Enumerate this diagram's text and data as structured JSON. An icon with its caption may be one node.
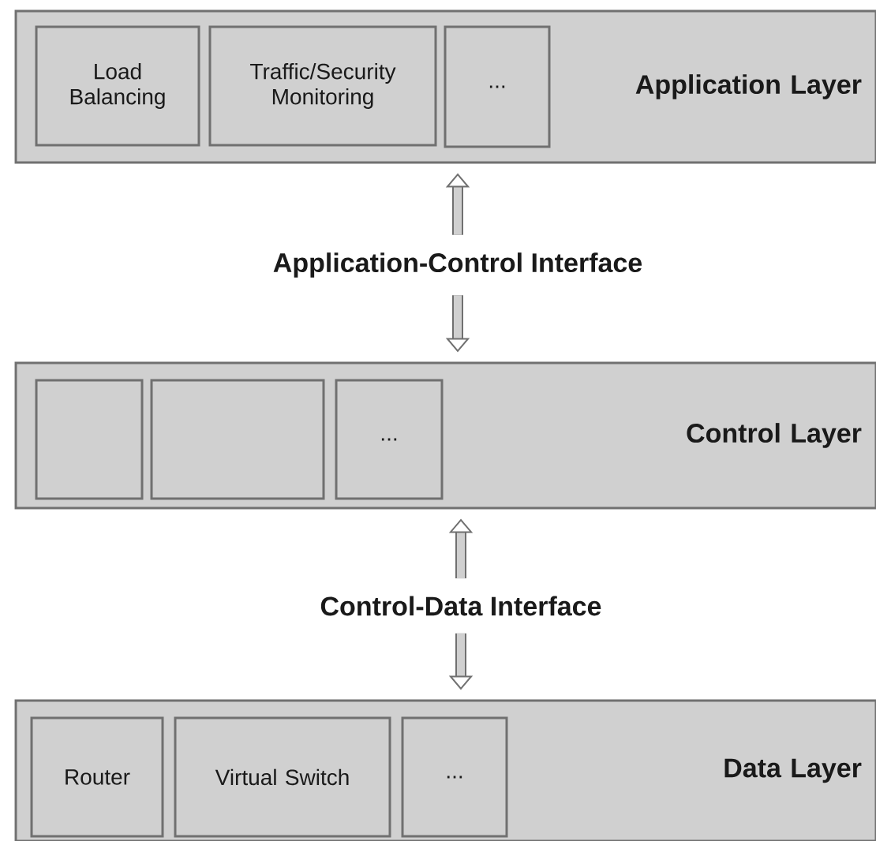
{
  "diagram": {
    "nodes": [
      {
        "text": [
          "Application Layer"
        ]
      },
      {
        "text": [
          "Load Balancing"
        ],
        "in": 0
      },
      {
        "text": [
          "Traffic/Security Monitoring"
        ],
        "in": 0
      },
      {
        "text": [
          "..."
        ],
        "in": 0
      },
      {
        "text": [
          "Application-Control Interface"
        ]
      },
      {
        "text": [
          "Control Layer"
        ]
      },
      {
        "text": [],
        "shape": "box",
        "in": 5
      },
      {
        "text": [],
        "shape": "box",
        "in": 5
      },
      {
        "text": [
          "..."
        ],
        "in": 5
      },
      {
        "text": [
          "Control-Data Interface"
        ]
      },
      {
        "text": [
          "Data Layer"
        ]
      },
      {
        "text": [
          "Router"
        ],
        "in": 10
      },
      {
        "text": [
          "Virtual Switch"
        ],
        "in": 10
      },
      {
        "text": [
          "..."
        ],
        "in": 10
      }
    ],
    "edges": [
      {
        "from": 4,
        "to": 0,
        "arrow": "to"
      },
      {
        "from": 4,
        "to": 5,
        "arrow": "to"
      },
      {
        "from": 9,
        "to": 5,
        "arrow": "to"
      },
      {
        "from": 9,
        "to": 10,
        "arrow": "to"
      }
    ]
  }
}
